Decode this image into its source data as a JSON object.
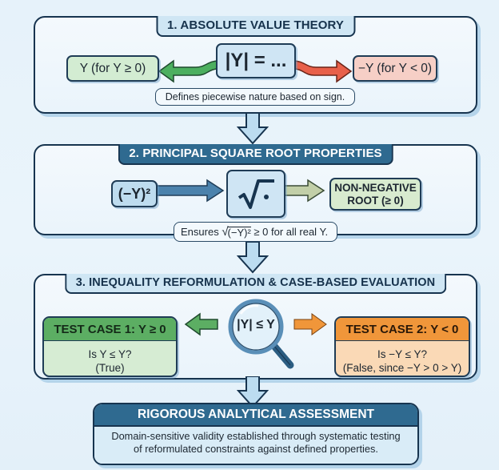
{
  "sections": {
    "absolute_value": {
      "title": "1. ABSOLUTE VALUE THEORY",
      "center": "|Y| = ...",
      "left_case": "Y (for Y ≥ 0)",
      "right_case": "−Y (for Y < 0)",
      "note": "Defines piecewise nature based on sign.",
      "colors": {
        "positive": "#4caf5f",
        "negative": "#e8604a"
      }
    },
    "square_root": {
      "title": "2. PRINCIPAL SQUARE ROOT PROPERTIES",
      "input": "(−Y)²",
      "operator_symbol": "√·",
      "output_line1": "NON-NEGATIVE",
      "output_line2": "ROOT (≥ 0)",
      "note_prefix": "Ensures ",
      "note_radicand": "(−Y)²",
      "note_suffix": " ≥ 0 for all real Y."
    },
    "inequality": {
      "title": "3. INEQUALITY REFORMULATION & CASE-BASED EVALUATION",
      "center": "|Y| ≤ Y",
      "case1": {
        "title": "TEST CASE 1: Y ≥ 0",
        "line1": "Is Y ≤ Y?",
        "line2": "(True)"
      },
      "case2": {
        "title": "TEST CASE 2: Y < 0",
        "line1": "Is −Y ≤ Y?",
        "line2": "(False, since −Y > 0 > Y)"
      },
      "colors": {
        "case1": "#5cae63",
        "case2": "#f0963a"
      }
    },
    "conclusion": {
      "title": "RIGOROUS ANALYTICAL ASSESSMENT",
      "line1": "Domain-sensitive validity established through systematic testing",
      "line2": "of reformulated constraints against defined properties."
    }
  },
  "icons": {
    "flow_arrow": "down-arrow-icon",
    "sqrt": "square-root-icon",
    "search": "magnifying-glass-icon"
  }
}
